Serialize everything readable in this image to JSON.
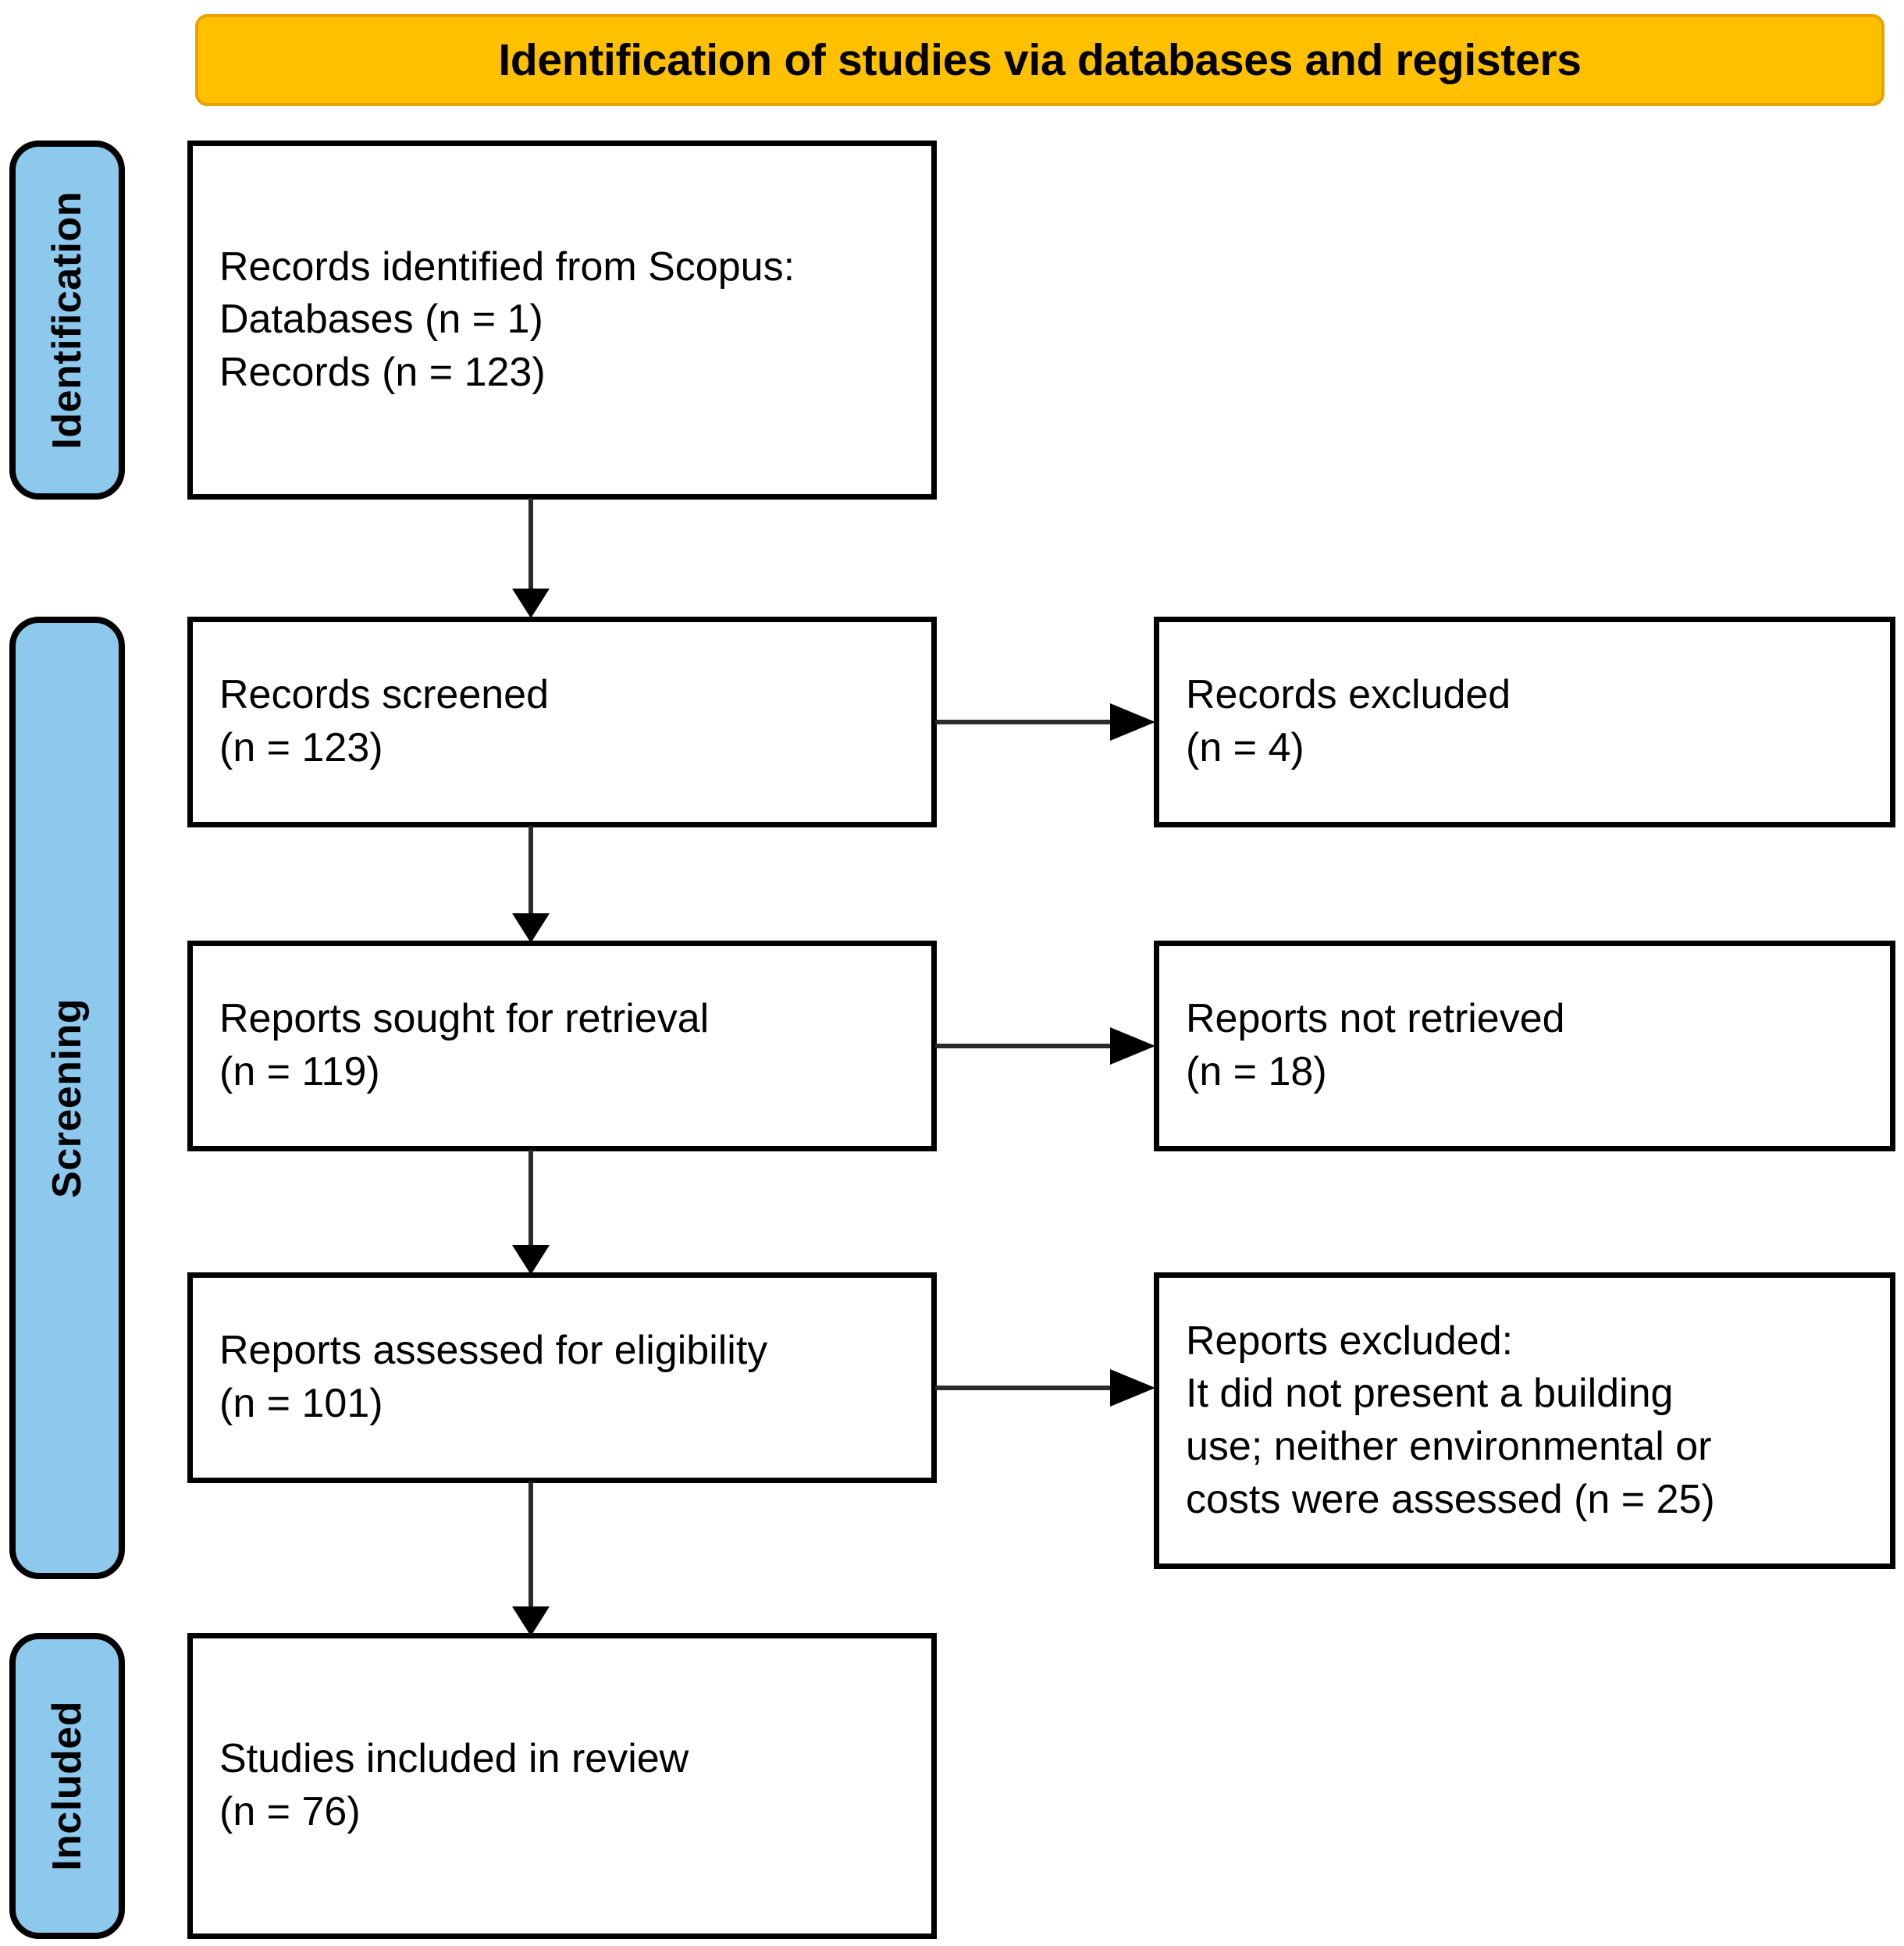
{
  "header": {
    "title": "Identification of studies via databases and registers",
    "bg_color": "#FFC000"
  },
  "stages": {
    "accent_color": "#8DC8ED",
    "identification": "Identification",
    "screening": "Screening",
    "included": "Included"
  },
  "boxes": {
    "identified": "Records identified from Scopus:\n    Databases (n = 1)\n    Records (n = 123)",
    "screened": "Records screened\n(n = 123)",
    "records_excluded": "Records excluded\n(n = 4)",
    "sought": "Reports sought for retrieval\n(n = 119)",
    "not_retrieved": "Reports not retrieved\n(n = 18)",
    "assessed": "Reports assessed for eligibility\n(n = 101)",
    "reports_excluded": "Reports excluded:\n    It did not present a building\n    use; neither environmental or\n    costs were assessed (n = 25)",
    "included": "Studies included in review\n(n = 76)"
  },
  "chart_data": {
    "type": "flowchart",
    "title": "Identification of studies via databases and registers",
    "stages": [
      "Identification",
      "Screening",
      "Included"
    ],
    "nodes": [
      {
        "id": "identified",
        "stage": "Identification",
        "column": "left",
        "label": "Records identified from Scopus",
        "databases_n": 1,
        "records_n": 123
      },
      {
        "id": "screened",
        "stage": "Screening",
        "column": "left",
        "label": "Records screened",
        "n": 123
      },
      {
        "id": "records_excluded",
        "stage": "Screening",
        "column": "right",
        "label": "Records excluded",
        "n": 4
      },
      {
        "id": "sought",
        "stage": "Screening",
        "column": "left",
        "label": "Reports sought for retrieval",
        "n": 119
      },
      {
        "id": "not_retrieved",
        "stage": "Screening",
        "column": "right",
        "label": "Reports not retrieved",
        "n": 18
      },
      {
        "id": "assessed",
        "stage": "Screening",
        "column": "left",
        "label": "Reports assessed for eligibility",
        "n": 101
      },
      {
        "id": "reports_excluded",
        "stage": "Screening",
        "column": "right",
        "label": "Reports excluded: It did not present a building use; neither environmental or costs were assessed",
        "n": 25
      },
      {
        "id": "included",
        "stage": "Included",
        "column": "left",
        "label": "Studies included in review",
        "n": 76
      }
    ],
    "edges": [
      {
        "from": "identified",
        "to": "screened",
        "direction": "down"
      },
      {
        "from": "screened",
        "to": "records_excluded",
        "direction": "right"
      },
      {
        "from": "screened",
        "to": "sought",
        "direction": "down"
      },
      {
        "from": "sought",
        "to": "not_retrieved",
        "direction": "right"
      },
      {
        "from": "sought",
        "to": "assessed",
        "direction": "down"
      },
      {
        "from": "assessed",
        "to": "reports_excluded",
        "direction": "right"
      },
      {
        "from": "assessed",
        "to": "included",
        "direction": "down"
      }
    ]
  }
}
